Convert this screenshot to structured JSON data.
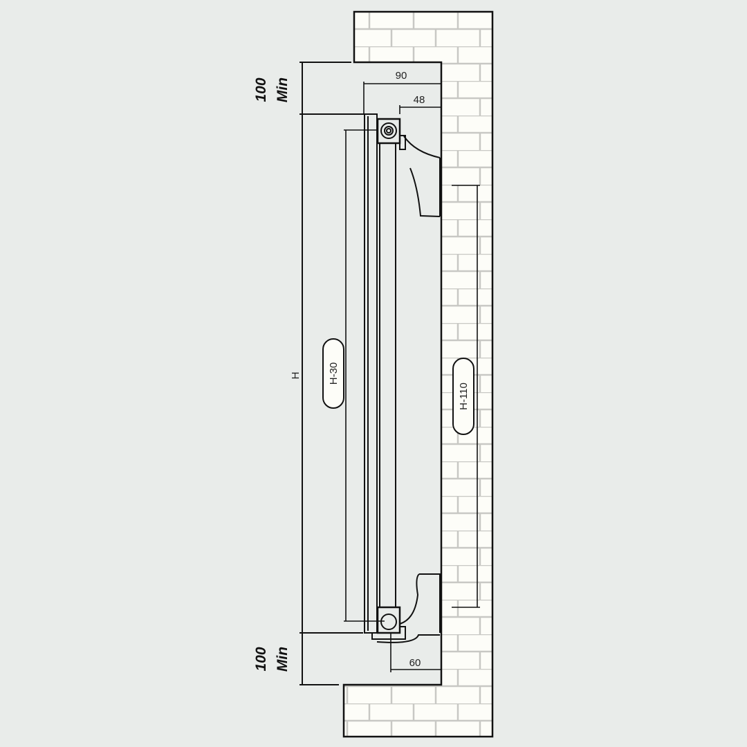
{
  "labels": {
    "top_clearance": [
      "100",
      "Min"
    ],
    "bottom_clearance": [
      "100",
      "Min"
    ],
    "height": "H",
    "depth_total": "90",
    "depth_pipe_top": "48",
    "depth_pipe_bottom": "60",
    "pipe_center_distance": "H-30",
    "bracket_distance": "H-110"
  },
  "colors": {
    "background": "#e9ecea",
    "brick": "#fdfdf8",
    "mortar": "#c8c8c4",
    "line": "#111111"
  }
}
